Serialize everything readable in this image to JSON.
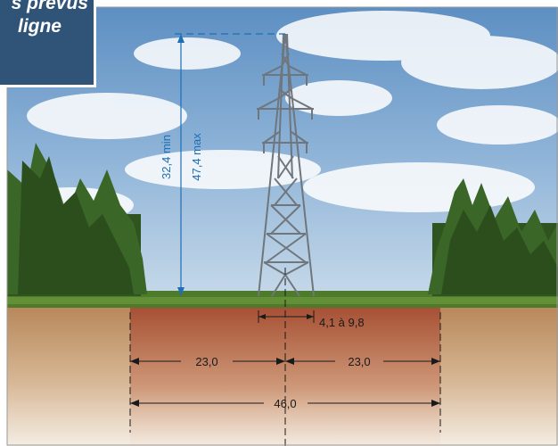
{
  "banner": {
    "line1": "s prévus",
    "line2": "ligne"
  },
  "heights": {
    "min_label": "32,4 min",
    "max_label": "47,4 max"
  },
  "dimensions": {
    "conductor_offset": "4,1 à 9,8",
    "left_half": "23,0",
    "right_half": "23,0",
    "total_width": "46,0"
  },
  "colors": {
    "banner": "#2f5478",
    "height_arrow": "#1e6fb4",
    "row_zone": "#a8503a",
    "tower": "#6f767c"
  }
}
